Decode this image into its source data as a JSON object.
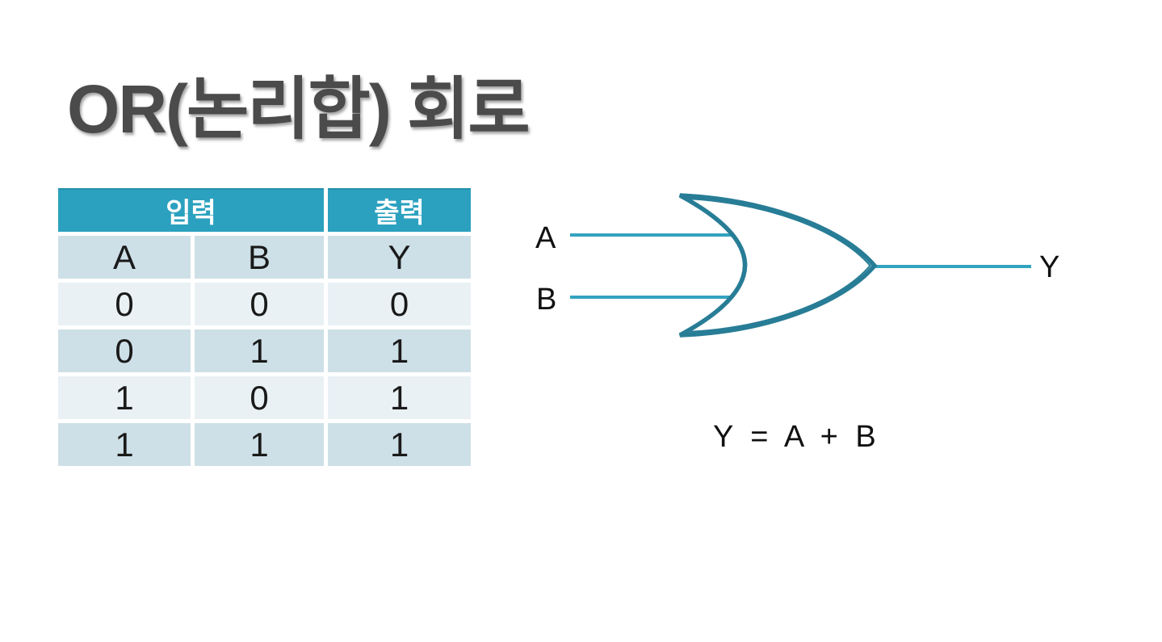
{
  "slide": {
    "title": "OR(논리합) 회로",
    "truth_table": {
      "input_header": "입력",
      "output_header": "출력",
      "columns": [
        "A",
        "B",
        "Y"
      ],
      "rows": [
        [
          "0",
          "0",
          "0"
        ],
        [
          "0",
          "1",
          "1"
        ],
        [
          "1",
          "0",
          "1"
        ],
        [
          "1",
          "1",
          "1"
        ]
      ]
    },
    "diagram": {
      "gate_type": "OR",
      "input_a": "A",
      "input_b": "B",
      "output": "Y",
      "formula": "Y = A + B"
    },
    "colors": {
      "table_header_bg": "#2ba1bf",
      "table_row_dark": "#cee0e7",
      "table_row_light": "#e9f1f5",
      "gate_outline": "#287d96",
      "wire": "#32a3bf",
      "title_text": "#4b4b4b",
      "body_text": "#1a1a1a"
    }
  }
}
